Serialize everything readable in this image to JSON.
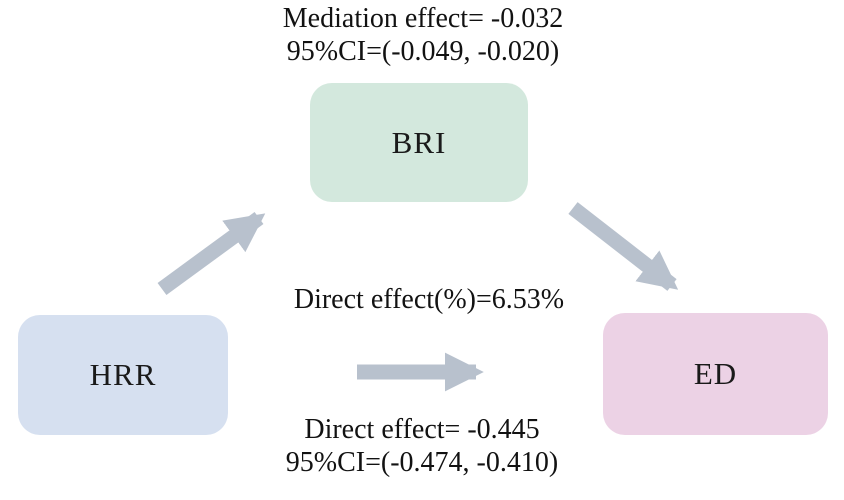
{
  "diagram": {
    "title_implicit": "Mediation analysis path diagram",
    "background_color": "#ffffff",
    "text_color": "#121212",
    "arrow_color": "#b8c1cd",
    "nodes": [
      {
        "id": "hrr",
        "label": "HRR",
        "fill": "#d6e0f0",
        "role": "exposure"
      },
      {
        "id": "bri",
        "label": "BRI",
        "fill": "#d3e8dd",
        "role": "mediator"
      },
      {
        "id": "ed",
        "label": "ED",
        "fill": "#ecd2e5",
        "role": "outcome"
      }
    ],
    "edges": [
      {
        "from": "HRR",
        "to": "BRI"
      },
      {
        "from": "BRI",
        "to": "ED"
      },
      {
        "from": "HRR",
        "to": "ED"
      }
    ],
    "annotations": {
      "mediation_effect_line1": "Mediation effect= -0.032",
      "mediation_effect_line2": "95%CI=(-0.049, -0.020)",
      "proportion_line": "Direct effect(%)=6.53%",
      "direct_effect_line1": "Direct effect= -0.445",
      "direct_effect_line2": "95%CI=(-0.474, -0.410)"
    }
  }
}
